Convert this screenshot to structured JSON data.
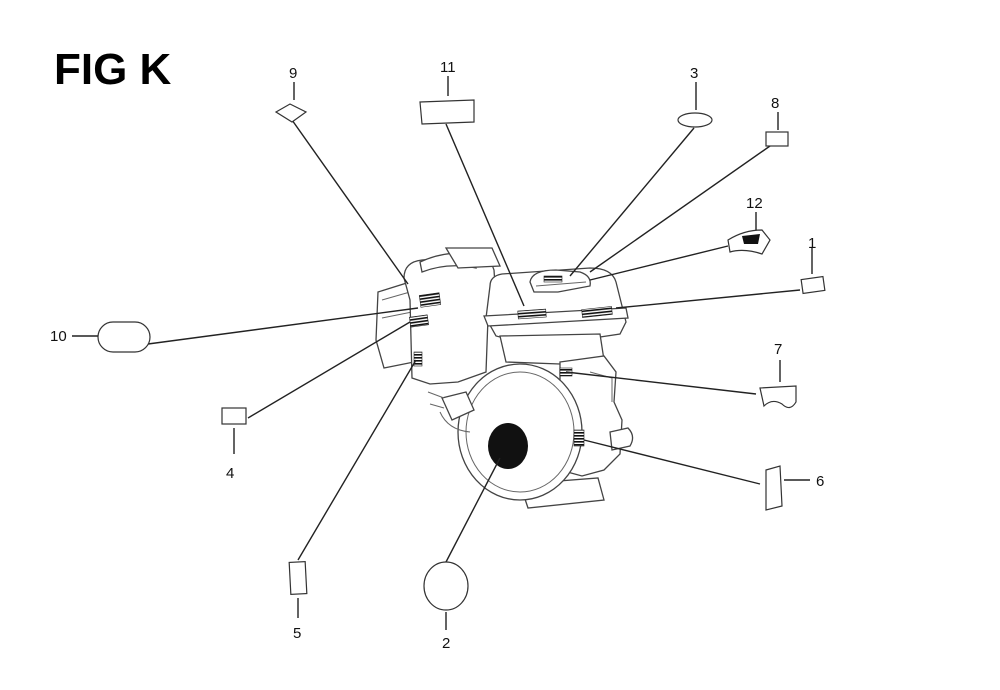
{
  "figure": {
    "title": "FIG K"
  },
  "callouts": [
    {
      "id": "1",
      "label": "1"
    },
    {
      "id": "2",
      "label": "2"
    },
    {
      "id": "3",
      "label": "3"
    },
    {
      "id": "4",
      "label": "4"
    },
    {
      "id": "5",
      "label": "5"
    },
    {
      "id": "6",
      "label": "6"
    },
    {
      "id": "7",
      "label": "7"
    },
    {
      "id": "8",
      "label": "8"
    },
    {
      "id": "9",
      "label": "9"
    },
    {
      "id": "10",
      "label": "10"
    },
    {
      "id": "11",
      "label": "11"
    },
    {
      "id": "12",
      "label": "12"
    }
  ]
}
